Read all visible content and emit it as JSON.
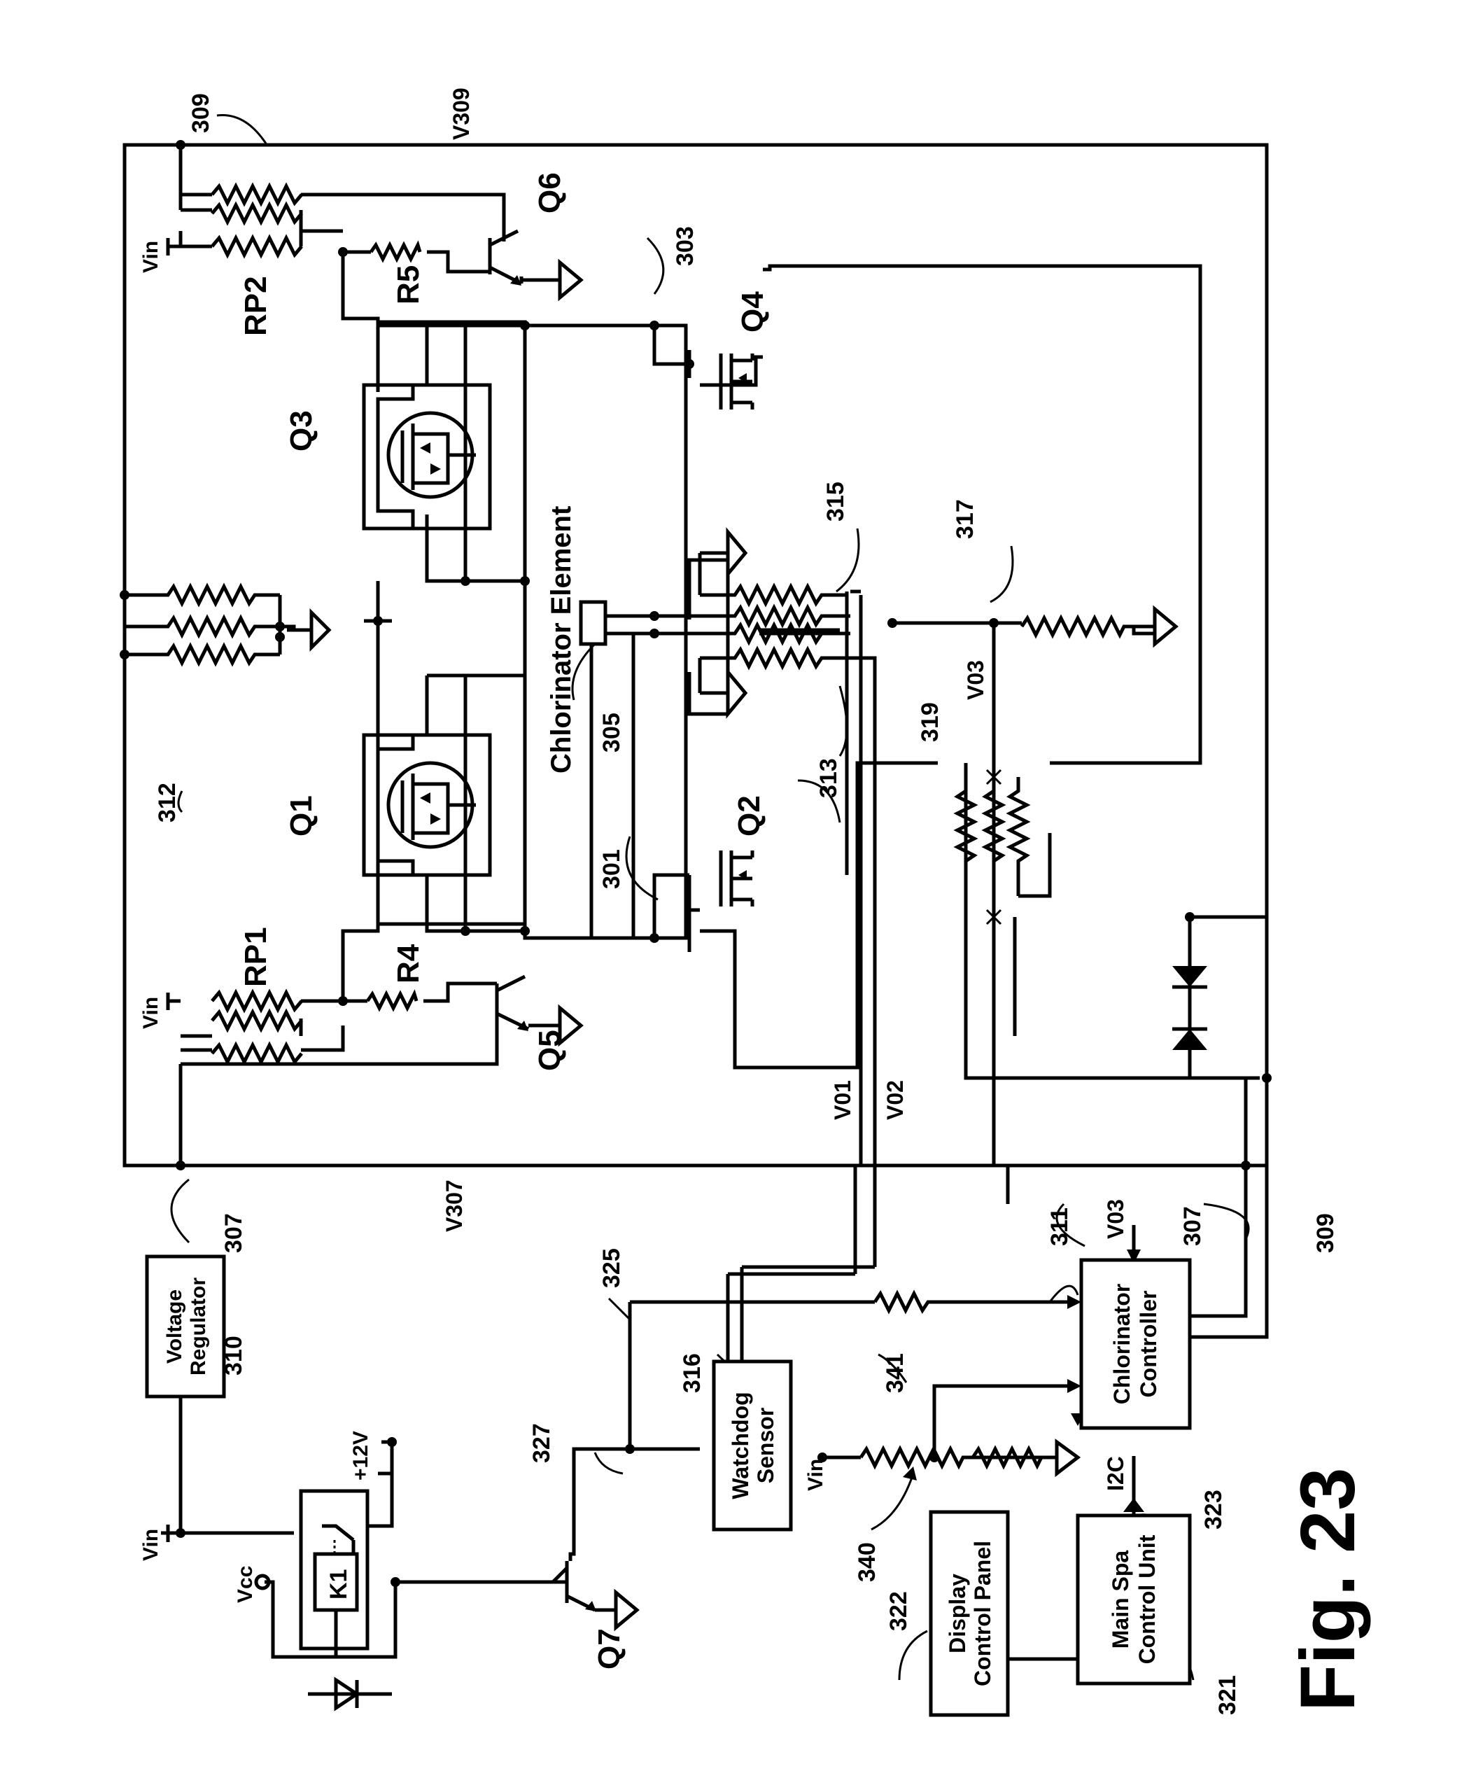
{
  "figure": {
    "caption": "Fig. 23",
    "refs": {
      "r301": "301",
      "r303": "303",
      "r305": "305",
      "r307a": "307",
      "r307b": "307",
      "r309a": "309",
      "r309b": "309",
      "r310": "310",
      "r311": "311",
      "r312": "312",
      "r313": "313",
      "r315": "315",
      "r316": "316",
      "r317": "317",
      "r319": "319",
      "r321": "321",
      "r322": "322",
      "r323": "323",
      "r325": "325",
      "r327": "327",
      "r340": "340",
      "r341": "341"
    },
    "components": {
      "q1": "Q1",
      "q2": "Q2",
      "q3": "Q3",
      "q4": "Q4",
      "q5": "Q5",
      "q6": "Q6",
      "q7": "Q7",
      "rp1": "RP1",
      "rp2": "RP2",
      "r4": "R4",
      "r5": "R5",
      "k1": "K1"
    },
    "labels": {
      "chlorinator_element": "Chlorinator Element",
      "vin1": "Vin",
      "vin2": "Vin",
      "vin3": "Vin",
      "vin4": "Vin",
      "vcc": "Vcc",
      "plus12v": "+12V",
      "i2c": "I2C",
      "v01": "V01",
      "v02": "V02",
      "v03a": "V03",
      "v03b": "V03",
      "v307": "V307",
      "v309": "V309"
    },
    "blocks": {
      "voltage_regulator": [
        "Voltage",
        "Regulator"
      ],
      "watchdog_sensor": [
        "Watchdog",
        "Sensor"
      ],
      "chlorinator_controller": [
        "Chlorinator",
        "Controller"
      ],
      "main_spa_control_unit": [
        "Main Spa",
        "Control Unit"
      ],
      "display_control_panel": [
        "Display",
        "Control Panel"
      ]
    }
  }
}
